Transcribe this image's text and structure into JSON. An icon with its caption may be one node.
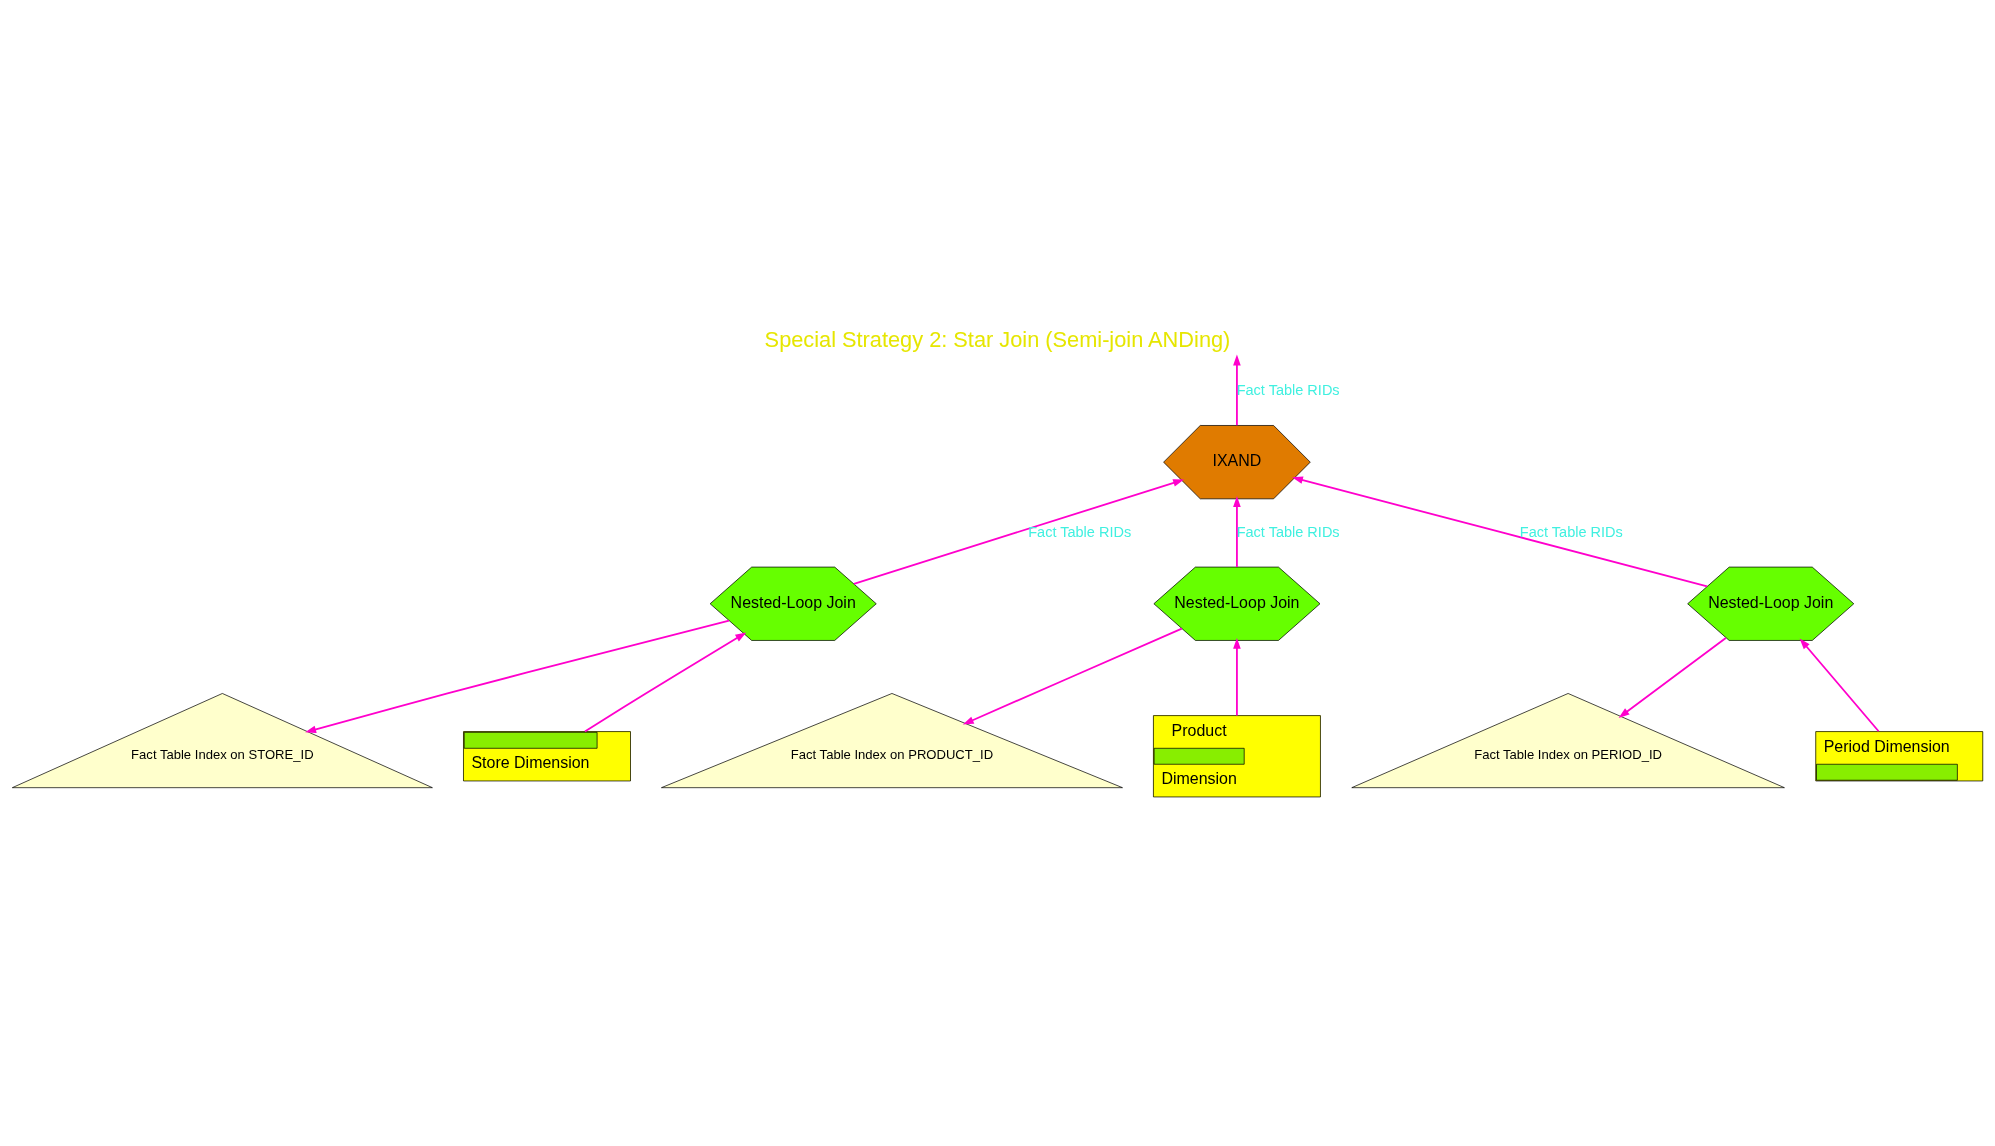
{
  "diagram": {
    "title": "Special Strategy 2: Star Join (Semi-join ANDing)",
    "nodes": [
      {
        "text": [
          "IXAND"
        ]
      },
      {
        "text": [
          "Nested-Loop Join"
        ]
      },
      {
        "text": [
          "Nested-Loop Join"
        ]
      },
      {
        "text": [
          "Nested-Loop Join"
        ]
      },
      {
        "text": [
          "Store Dimension"
        ]
      },
      {
        "text": [
          "Fact Table Index on STORE_ID"
        ]
      },
      {
        "text": [
          "Product",
          "Dimension"
        ]
      },
      {
        "text": [
          "Fact Table Index on PRODUCT_ID"
        ]
      },
      {
        "text": [
          "Period Dimension"
        ]
      },
      {
        "text": [
          "Fact Table Index on PERIOD_ID"
        ]
      }
    ],
    "edges": [
      {
        "from": 0,
        "to": null,
        "arrow": "to",
        "label": "Fact Table RIDs"
      },
      {
        "from": 1,
        "to": 0,
        "arrow": "to",
        "label": "Fact Table RIDs"
      },
      {
        "from": 2,
        "to": 0,
        "arrow": "to",
        "label": "Fact Table RIDs"
      },
      {
        "from": 3,
        "to": 0,
        "arrow": "to",
        "label": "Fact Table RIDs"
      },
      {
        "from": 4,
        "to": 1,
        "arrow": "to"
      },
      {
        "from": 1,
        "to": 5,
        "arrow": "to"
      },
      {
        "from": 6,
        "to": 2,
        "arrow": "to"
      },
      {
        "from": 2,
        "to": 7,
        "arrow": "to"
      },
      {
        "from": 8,
        "to": 3,
        "arrow": "to"
      },
      {
        "from": 3,
        "to": 9,
        "arrow": "to"
      }
    ]
  }
}
